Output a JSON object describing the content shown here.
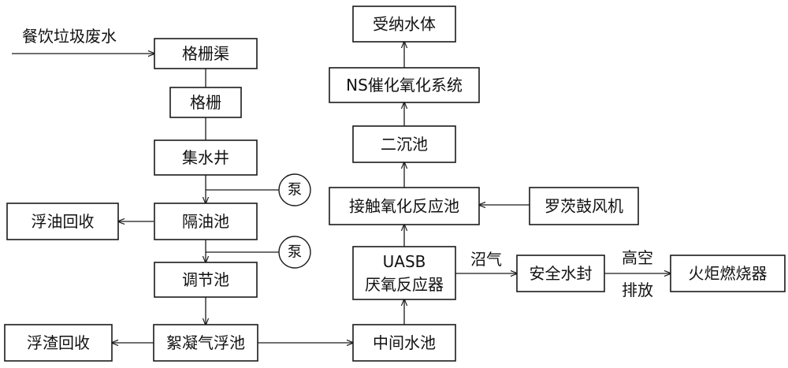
{
  "nodes": {
    "grille_channel": "格栅渠",
    "grille": "格栅",
    "sump": "集水井",
    "oil_separator": "隔油池",
    "oil_recovery": "浮油回收",
    "equalization": "调节池",
    "flotation": "絮凝气浮池",
    "scum_recovery": "浮渣回收",
    "intermediate_tank": "中间水池",
    "uasb_line1": "UASB",
    "uasb_line2": "厌氧反应器",
    "contact_oxidation": "接触氧化反应池",
    "roots_blower": "罗茨鼓风机",
    "secondary_clarifier": "二沉池",
    "ns_oxidation": "NS催化氧化系统",
    "receiving_water": "受纳水体",
    "water_seal": "安全水封",
    "flare": "火炬燃烧器"
  },
  "pumps": {
    "pump1": "泵",
    "pump2": "泵"
  },
  "labels": {
    "input": "餐饮垃圾废水",
    "biogas": "沼气",
    "high_altitude": "高空",
    "discharge": "排放"
  }
}
